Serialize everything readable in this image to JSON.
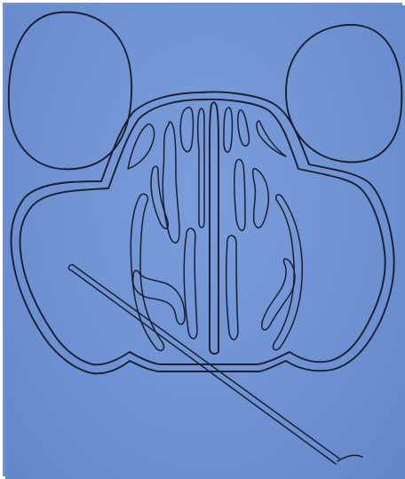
{
  "figure": {
    "background_color": "#6f93d2",
    "ink_color": "#1b1e2c",
    "border_color": "#ffffff",
    "parts": [
      "left-orbit",
      "right-orbit",
      "nasal-cavity-outline",
      "nasal-septum",
      "left-middle-turbinate",
      "right-middle-turbinate",
      "left-inferior-turbinate",
      "right-inferior-turbinate",
      "left-maxillary-sinus",
      "right-maxillary-sinus",
      "instrument-probe"
    ]
  }
}
